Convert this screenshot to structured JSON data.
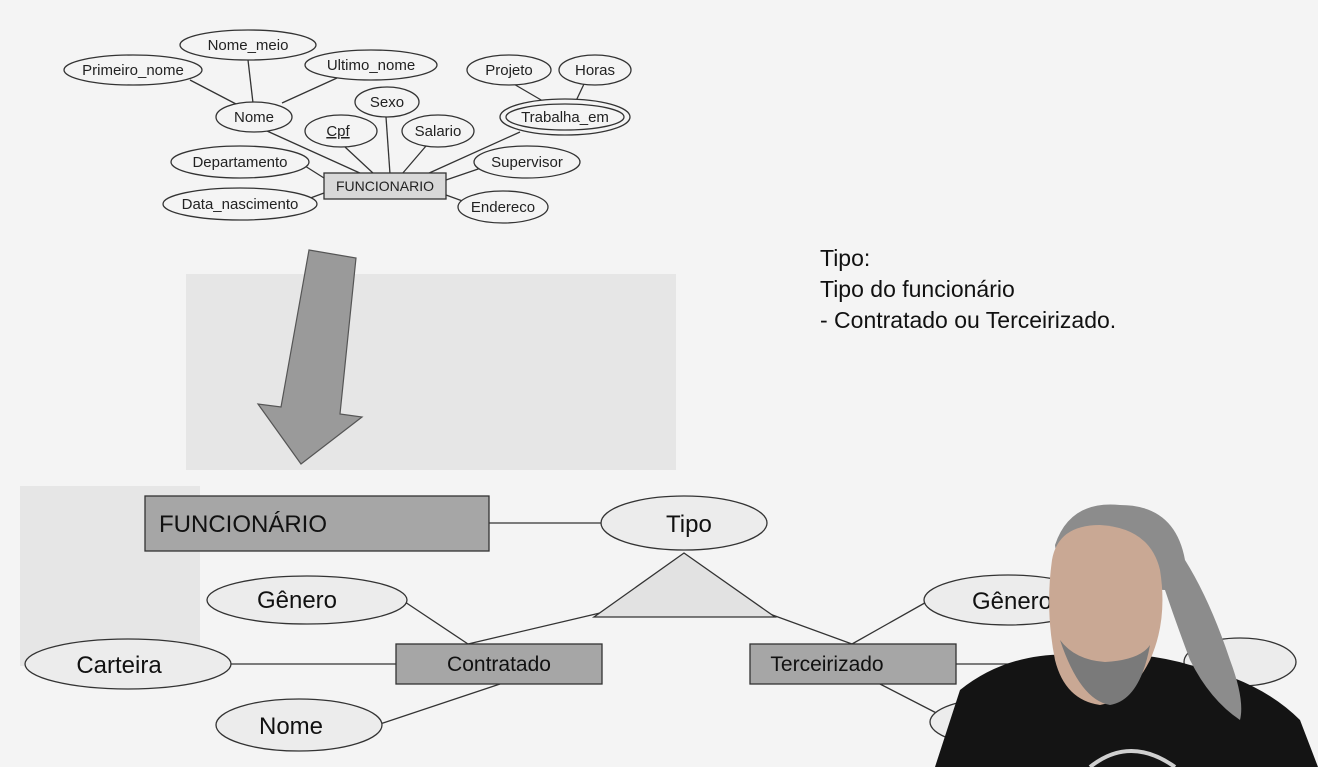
{
  "top_diagram": {
    "entity": "FUNCIONARIO",
    "attributes": {
      "nome_meio": "Nome_meio",
      "primeiro_nome": "Primeiro_nome",
      "ultimo_nome": "Ultimo_nome",
      "projeto": "Projeto",
      "horas": "Horas",
      "nome": "Nome",
      "sexo": "Sexo",
      "cpf": "Cpf",
      "salario": "Salario",
      "trabalha_em": "Trabalha_em",
      "departamento": "Departamento",
      "supervisor": "Supervisor",
      "data_nascimento": "Data_nascimento",
      "endereco": "Endereco"
    }
  },
  "notes": {
    "line1": "Tipo:",
    "line2": "Tipo do funcionário",
    "line3": "- Contratado ou Terceirizado."
  },
  "bottom_diagram": {
    "entity": "FUNCIONÁRIO",
    "tipo": "Tipo",
    "contratado": "Contratado",
    "terceirizado": "Terceirizado",
    "genero_left": "Gênero",
    "carteira": "Carteira",
    "nome_left": "Nome",
    "genero_right": "Gênero"
  },
  "colors": {
    "background": "#f4f4f4",
    "entity_fill": "#a6a6a6",
    "ellipse_fill": "#ececec",
    "panel": "#e6e6e6",
    "arrow": "#9a9a9a"
  }
}
